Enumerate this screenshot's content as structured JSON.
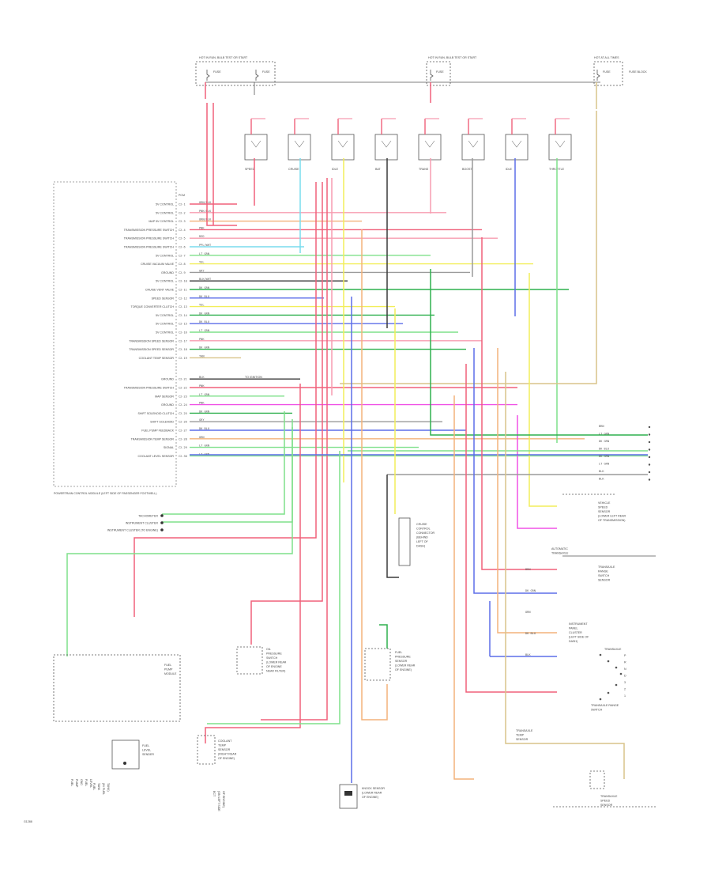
{
  "diagram": {
    "fuses": [
      {
        "top_label": "HOT IN RUN, BULB TEST OR START",
        "fuse_a": "FUSE",
        "fuse_b": "FUSE"
      },
      {
        "top_label": "HOT IN RUN, BULB TEST OR START",
        "fuse_a": "FUSE"
      },
      {
        "top_label": "HOT AT ALL TIMES",
        "fuse_a": "FUSE",
        "side_label": "FUSE BLOCK"
      }
    ],
    "relays": [
      "SPEED",
      "CRUISE",
      "IDLE",
      "BAT",
      "TRANS",
      "BOOST",
      "IDLE",
      "THROTTLE"
    ],
    "ecm_pin_header": "PCM",
    "ecm_caption": "POWERTRAIN CONTROL MODULE (LEFT SIDE OF PASSENGER FOOTWELL)",
    "ecm_pins": [
      {
        "label": "5V CONTROL",
        "pin": "C2-1"
      },
      {
        "label": "5V CONTROL",
        "pin": "C2-2"
      },
      {
        "label": "MAP 5V CONTROL",
        "pin": "C2-3"
      },
      {
        "label": "TRANSMISSION PRESSURE SWITCH",
        "pin": "C2-4"
      },
      {
        "label": "TRANSMISSION PRESSURE SWITCH",
        "pin": "C2-5"
      },
      {
        "label": "TRANSMISSION PRESSURE SWITCH",
        "pin": "C2-6"
      },
      {
        "label": "5V CONTROL",
        "pin": "C2-7"
      },
      {
        "label": "CRUISE VACUUM VALVE",
        "pin": "C2-8"
      },
      {
        "label": "GROUND",
        "pin": "C2-9"
      },
      {
        "label": "5V CONTROL",
        "pin": "C2-10"
      },
      {
        "label": "CRUISE VENT VALVE",
        "pin": "C2-11"
      },
      {
        "label": "SPEED SENSOR",
        "pin": "C2-12"
      },
      {
        "label": "TORQUE CONVERTER CLUTCH",
        "pin": "C2-13"
      },
      {
        "label": "5V CONTROL",
        "pin": "C2-14"
      },
      {
        "label": "5V CONTROL",
        "pin": "C2-15"
      },
      {
        "label": "5V CONTROL",
        "pin": "C2-16"
      },
      {
        "label": "TRANSMISSION SPEED SENSOR",
        "pin": "C2-17"
      },
      {
        "label": "TRANSMISSION SPEED SENSOR",
        "pin": "C2-18"
      },
      {
        "label": "COOLANT TEMP SENSOR",
        "pin": "C2-19"
      },
      {
        "label": "GROUND",
        "pin": "C2-21"
      },
      {
        "label": "TRANSMISSION PRESSURE SWITCH",
        "pin": "C2-22"
      },
      {
        "label": "MAP SENSOR",
        "pin": "C2-23"
      },
      {
        "label": "GROUND",
        "pin": "C2-24"
      },
      {
        "label": "SHIFT SOLENOID CLUTCH",
        "pin": "C2-25"
      },
      {
        "label": "SHIFT SOLENOID",
        "pin": "C2-26"
      },
      {
        "label": "FUEL PUMP FEEDBACK",
        "pin": "C2-27"
      },
      {
        "label": "TRANSMISSION TEMP SENSOR",
        "pin": "C2-28"
      },
      {
        "label": "SIGNAL",
        "pin": "C2-29"
      },
      {
        "label": "COOLANT LEVEL SENSOR",
        "pin": "C2-30"
      }
    ],
    "wire_codes": [
      "ORN/BLK",
      "PNK/BLK",
      "ORN/BLK",
      "PNK",
      "RED",
      "PPL/WHT",
      "LT GRN",
      "YEL",
      "GRY",
      "BLK/WHT",
      "DK GRN",
      "DK BLU",
      "YEL",
      "DK GRN",
      "DK BLU",
      "LT GRN",
      "PNK",
      "DK GRN",
      "TAN",
      "BLK",
      "PNK",
      "LT GRN",
      "PNK",
      "DK GRN",
      "GRY",
      "DK BLU",
      "ORN",
      "LT GRN",
      "LT GRN"
    ],
    "ecm_note": "TO IGNITION",
    "bottom_ecm_outputs": [
      "TACHOMETER",
      "INSTRUMENT CLUSTER",
      "INSTRUMENT CLUSTER (TO ENGINE)"
    ],
    "right_bus_codes": [
      "BRN",
      "LT GRN",
      "DK GRN",
      "DK BLU",
      "DK GRN",
      "LT GRN",
      "BLK",
      "BLK"
    ],
    "components": {
      "vss": [
        "VEHICLE",
        "SPEED",
        "SENSOR",
        "(LOWER LEFT REAR",
        "OF TRANSMISSION)"
      ],
      "tps_header": [
        "AUTOMATIC",
        "TRANSAXLE"
      ],
      "tps": [
        "TRANSAXLE",
        "RANGE",
        "SWITCH",
        "SENSOR"
      ],
      "tps_wires": [
        "BRN",
        "DK GRN",
        "ORN",
        "DK BLU",
        "BLK"
      ],
      "ipc": [
        "INSTRUMENT",
        "PANEL",
        "CLUSTER",
        "(LEFT SIDE OF",
        "DASH)"
      ],
      "cruise": [
        "CRUISE",
        "CONTROL",
        "CONNECTOR",
        "(BEHIND",
        "LEFT OF",
        "DASH)"
      ],
      "oil_pressure": [
        "OIL",
        "PRESSURE",
        "SWITCH",
        "(LOWER REAR",
        "OF ENGINE",
        "NEAR FILTER)"
      ],
      "fuel_pressure": [
        "FUEL",
        "PRESSURE",
        "SENSOR",
        "(LOWER REAR",
        "OF ENGINE)"
      ],
      "fuel_module": [
        "FUEL",
        "PUMP",
        "MODULE"
      ],
      "fuel_sender": [
        "FUEL",
        "LEVEL",
        "SENDER"
      ],
      "fuel_bottom": [
        "FUEL",
        "PUMP",
        "GND",
        "FUEL",
        "LEVEL"
      ],
      "fuel_tank": [
        "FUEL",
        "TANK",
        "(IN FUEL",
        "TANK)"
      ],
      "ect": [
        "COOLANT",
        "TEMP",
        "SENSOR",
        "(RIGHT REAR",
        "OF ENGINE)"
      ],
      "ect_bottom": [
        "ECT",
        "(ON LEFT SIDE",
        "OF ENGINE)"
      ],
      "knock": [
        "KNOCK SENSOR",
        "(LOWER REAR",
        "OF ENGINE)"
      ],
      "range_pins": [
        "P",
        "R",
        "N",
        "D",
        "3",
        "2",
        "1"
      ],
      "range_caption": [
        "TRANSAXLE RANGE",
        "SWITCH"
      ],
      "range_top": "TRANSAXLE",
      "tts": [
        "TRANSAXLE",
        "TEMP",
        "SENSOR"
      ],
      "speed_sensor": [
        "TRANSAXLE",
        "SPEED",
        "SENSOR"
      ]
    },
    "footer_code": "G1288"
  },
  "colors": {
    "red": "#f0607a",
    "pink": "#f79cb0",
    "orange": "#f3b27a",
    "yellow": "#f2ee5a",
    "lightgreen": "#7ee08a",
    "darkgreen": "#2fb04e",
    "lightblue": "#78dcee",
    "darkblue": "#5d6ee8",
    "purple": "#c77cf0",
    "magenta": "#f052e6",
    "gray": "#9a9a9a",
    "black": "#3a3a3a",
    "tan": "#d9c48a"
  }
}
